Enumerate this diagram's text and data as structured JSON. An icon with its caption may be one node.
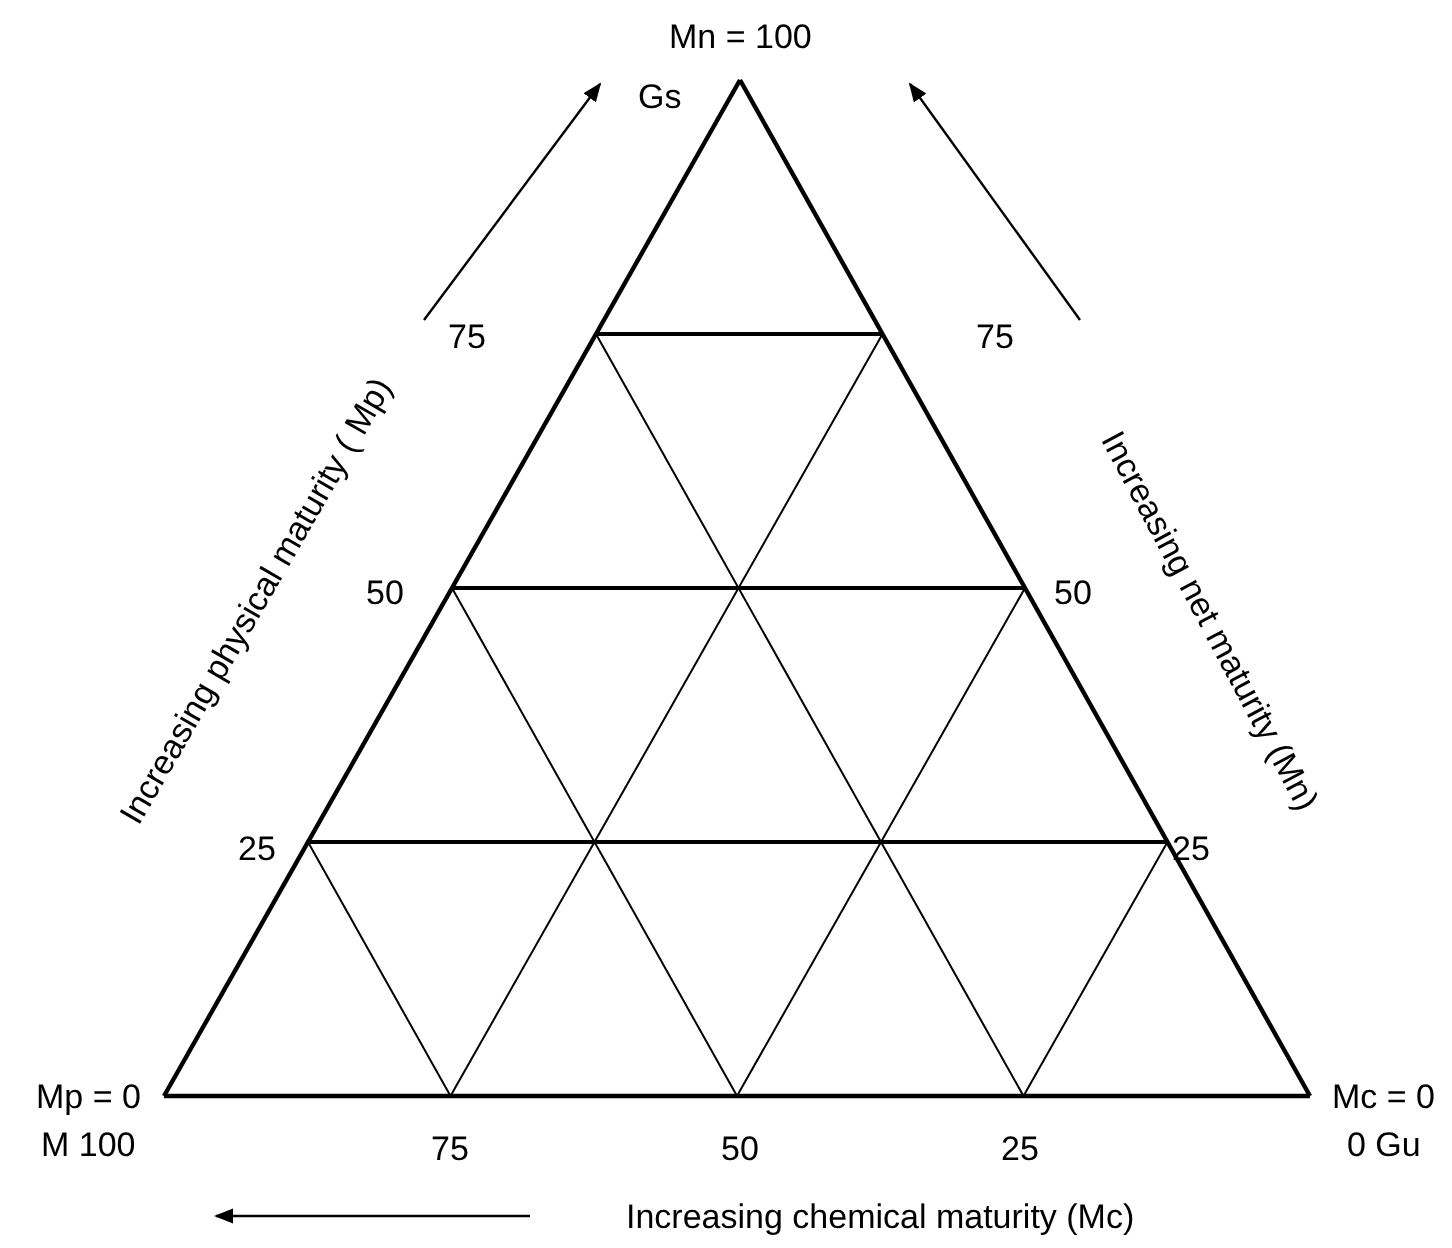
{
  "diagram": {
    "labels": [
      "Mn = 100",
      "Gs",
      "75",
      "75",
      "50",
      "50",
      "25",
      "25",
      "Increasing physical maturity ( Mp)",
      "Increasing net maturity (Mn)",
      "Mp = 0",
      "M 100",
      "75",
      "50",
      "25",
      "Mc = 0",
      "0 Gu",
      "Increasing chemical maturity (Mc)"
    ]
  }
}
